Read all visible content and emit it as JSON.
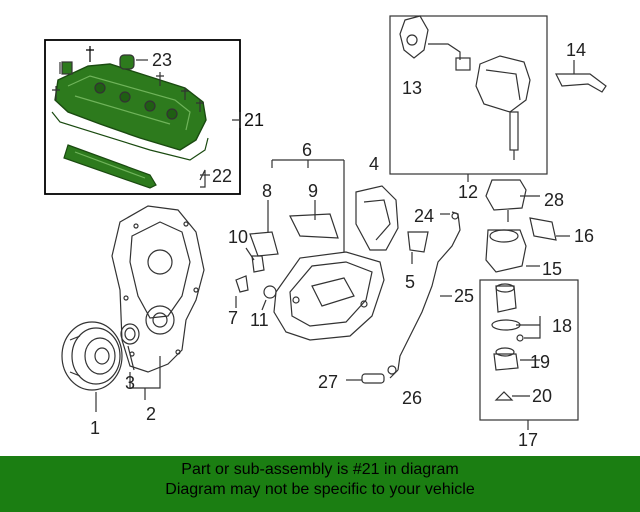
{
  "colors": {
    "highlight": "#2d7a1d",
    "banner": "#1b7e12",
    "line": "#333333"
  },
  "callouts": {
    "c1": "1",
    "c2": "2",
    "c3": "3",
    "c4": "4",
    "c5": "5",
    "c6": "6",
    "c7": "7",
    "c8": "8",
    "c9": "9",
    "c10": "10",
    "c11": "11",
    "c12": "12",
    "c13": "13",
    "c14": "14",
    "c15": "15",
    "c16": "16",
    "c17": "17",
    "c18": "18",
    "c19": "19",
    "c20": "20",
    "c21": "21",
    "c22": "22",
    "c23": "23",
    "c24": "24",
    "c25": "25",
    "c26": "26",
    "c27": "27",
    "c28": "28"
  },
  "banner": {
    "line1": "Part or sub-assembly is #21 in diagram",
    "line2": "Diagram may not be specific to your vehicle"
  }
}
